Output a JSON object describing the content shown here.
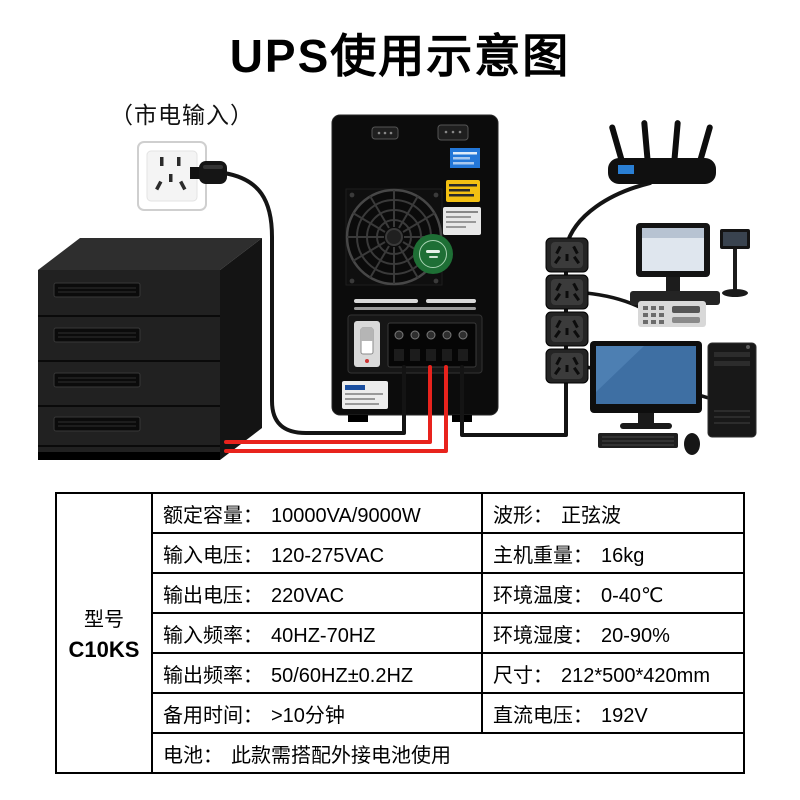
{
  "page": {
    "title": "UPS使用示意图"
  },
  "diagram": {
    "mains_input_label": "（市电输入）",
    "icons": [
      "wall-socket",
      "power-plug",
      "battery-cabinet",
      "ups-tower",
      "fan-grille",
      "router",
      "power-strip-outlet",
      "pos-terminal",
      "desktop-computer"
    ],
    "colors": {
      "cable_black": "#141414",
      "cable_red": "#e8231d",
      "screen_blue": "#3e6fa3"
    }
  },
  "table": {
    "model_label": "型号",
    "model_value": "C10KS",
    "rows": [
      {
        "left_label": "额定容量：",
        "left_value": "10000VA/9000W",
        "right_label": "波形：",
        "right_value": "正弦波"
      },
      {
        "left_label": "输入电压：",
        "left_value": "120-275VAC",
        "right_label": "主机重量：",
        "right_value": "16kg"
      },
      {
        "left_label": "输出电压：",
        "left_value": "220VAC",
        "right_label": "环境温度：",
        "right_value": "0-40℃"
      },
      {
        "left_label": "输入频率：",
        "left_value": "40HZ-70HZ",
        "right_label": "环境湿度：",
        "right_value": "20-90%"
      },
      {
        "left_label": "输出频率：",
        "left_value": "50/60HZ±0.2HZ",
        "right_label": "尺寸：",
        "right_value": "212*500*420mm"
      },
      {
        "left_label": "备用时间：",
        "left_value": ">10分钟",
        "right_label": "直流电压：",
        "right_value": "192V"
      }
    ],
    "note_label": "电池：",
    "note_value": "此款需搭配外接电池使用"
  }
}
